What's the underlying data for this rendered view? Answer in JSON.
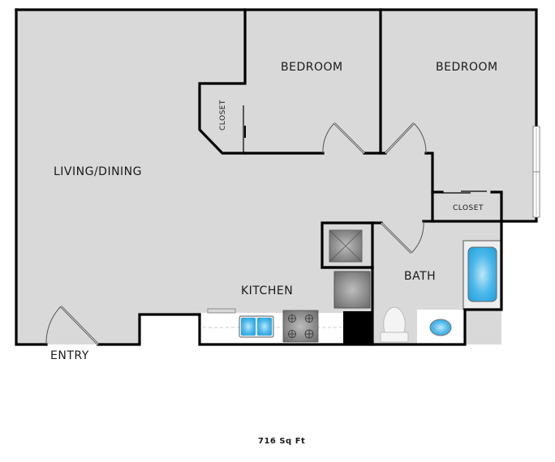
{
  "floorplan": {
    "rooms": {
      "living_dining": "LIVING/DINING",
      "bedroom_1": "BEDROOM",
      "bedroom_2": "BEDROOM",
      "closet_1": "CLOSET",
      "closet_2": "CLOSET",
      "kitchen": "KITCHEN",
      "bath": "BATH",
      "entry": "ENTRY"
    },
    "area": "716 Sq Ft",
    "colors": {
      "floor": "#d9d9d9",
      "wall": "#000000",
      "water": "#3fb2e6",
      "appliance": "#8a8a8a"
    }
  }
}
